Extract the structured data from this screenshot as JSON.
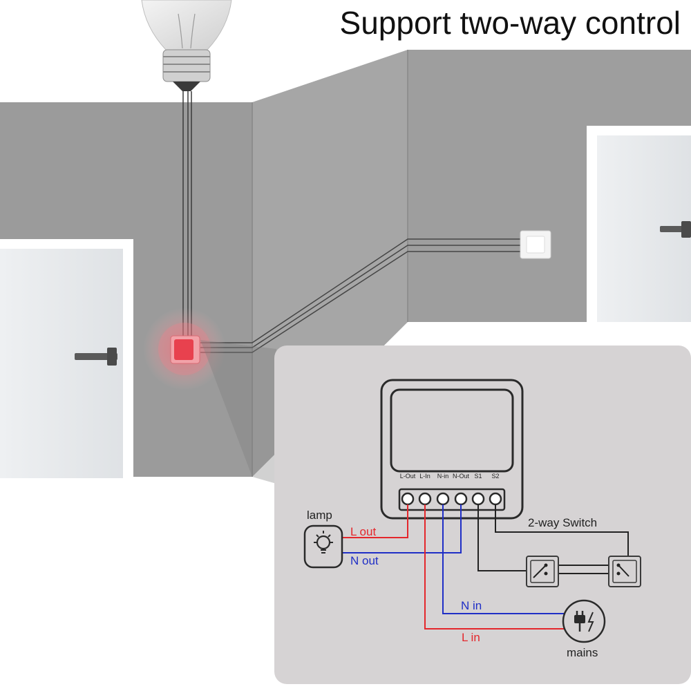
{
  "title": "Support two-way control",
  "device": {
    "terminals": [
      {
        "label": "L-Out"
      },
      {
        "label": "L-In"
      },
      {
        "label": "N-in"
      },
      {
        "label": "N-Out"
      },
      {
        "label": "S1"
      },
      {
        "label": "S2"
      }
    ]
  },
  "labels": {
    "lamp": "lamp",
    "l_out": "L out",
    "n_out": "N out",
    "two_way_switch": "2-way Switch",
    "n_in": "N in",
    "l_in": "L in",
    "mains": "mains"
  },
  "colors": {
    "live_wire": "#e4262b",
    "neutral_wire": "#1f2ec6",
    "switch_wire": "#222222",
    "wall": "#9b9b9b",
    "panel": "#d6d3d4",
    "indicator": "#e8414e"
  }
}
